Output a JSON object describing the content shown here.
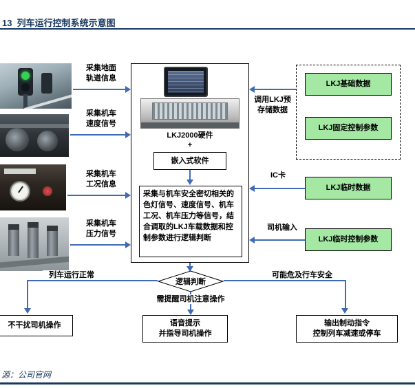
{
  "header": {
    "title": "13  列车运行控制系统示意图"
  },
  "inputs": [
    {
      "label": "采集地面\n轨道信息"
    },
    {
      "label": "采集机车\n速度信号"
    },
    {
      "label": "采集机车\n工况信息"
    },
    {
      "label": "采集机车\n压力信号"
    }
  ],
  "core": {
    "hardware_label": "LKJ2000硬件",
    "plus_sign": "+",
    "software_label": "嵌入式软件",
    "logic_text": "采集与机车安全密切相关的色灯信号、速度信号、机车工况、机车压力等信号，结合调取的LKJ车载数据和控制参数进行逻辑判断"
  },
  "right_panel": {
    "recall_label": "调用LKJ预\n存储数据",
    "ic_card_label": "IC卡",
    "driver_input_label": "司机输入",
    "boxes": [
      {
        "label": "LKJ基础数据"
      },
      {
        "label": "LKJ固定控制参数"
      },
      {
        "label": "LKJ临时数据"
      },
      {
        "label": "LKJ临时控制参数"
      }
    ]
  },
  "decision": {
    "label": "逻辑判断",
    "left_condition": "列车运行正常",
    "middle_condition": "需提醒司机注意操作",
    "right_condition": "可能危及行车安全",
    "left_action": "不干扰司机操作",
    "middle_action": "语音提示\n并指导司机操作",
    "right_action": "输出制动指令\n控制列车减速或停车"
  },
  "footer": {
    "source": "源：公司官网"
  },
  "colors": {
    "accent_navy": "#17375E",
    "arrow_blue": "#3F6BB5",
    "data_box_green": "#A4E8A4"
  }
}
